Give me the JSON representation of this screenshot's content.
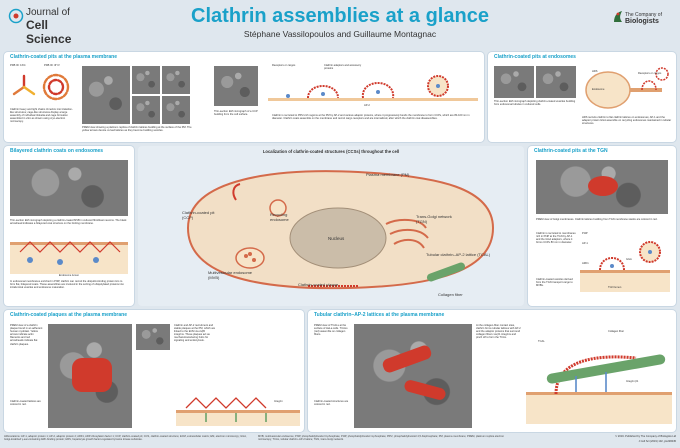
{
  "journal": {
    "line1": "Journal of",
    "line2": "Cell Science"
  },
  "publisher": {
    "line1": "The Company of",
    "line2": "Biologists"
  },
  "header": {
    "title": "Clathrin assemblies at a glance",
    "authors": "Stéphane Vassilopoulos and Guillaume Montagnac"
  },
  "panels": {
    "pm": "Clathrin-coated pits at the plasma membrane",
    "endo": "Clathrin-coated pits at endosomes",
    "bilayered": "Bilayered clathrin coats on endosomes",
    "tgn": "Clathrin-coated pits at the TGN",
    "plaques": "Clathrin-coated plaques at the plasma membrane",
    "tcal": "Tubular clathrin–AP-2 lattices at the plasma membrane"
  },
  "pm_labels": {
    "pdb1": "PDB ID: 1XI4",
    "pdb2": "PDB ID: 3IYV",
    "receptors": "Receptors or cargos",
    "clathrin": "Clathrin adaptors and accessory proteins",
    "ap2": "AP-2"
  },
  "cell": {
    "title": "Localization of clathrin-coated structures (CCSs) throughout the cell",
    "plasma_membrane": "Plasma membrane (PM)",
    "ccp": "Clathrin-coated pit (CCP)",
    "recycling": "Recycling endosome",
    "nucleus": "Nucleus",
    "tgn": "Trans-Golgi network (TGN)",
    "mvb": "Multivesicular endosome (MVB)",
    "tcal": "Tubular clathrin–AP-2 lattice (TCAL)",
    "plaque": "Clathrin-coated plaque",
    "collagen": "Collagen fiber"
  },
  "endo_labels": {
    "endosome": "Endosome",
    "receptors": "Receptors or cargos",
    "hrs": "HRS"
  },
  "bilayered_labels": {
    "endosome": "Endosome lumen"
  },
  "tgn_labels": {
    "pi4p": "PI4P",
    "ap1": "AP-1",
    "gga": "GGA",
    "arf1": "ARF1",
    "tgn": "TGN lumen"
  },
  "plaque_labels": {
    "int": "Integrin"
  },
  "tcal_labels": {
    "col": "Collagen fiber",
    "tcal": "TCAL",
    "int": "Integrin β1"
  },
  "texts": {
    "pm1": "Clathrin heavy and light chains trimerize into triskelion-like structures; cage-like structures display a large assembly of individual triskelia and cage formation assembled in vitro as shown using cryo-electron microscopy.",
    "pm2": "PREM view showing a platinum replica of clathrin lattices budding at the surface of the PM. The yellow arrows denote curved lattices as they become budding vesicles.",
    "pm3": "Thin-section EM micrograph of a CCP budding from the cell surface.",
    "pm4": "Clathrin is recruited to PIP2-rich regions at the PM by AP-2 and various adaptor proteins, where it progressively bends the membrane to form CCPs, which are 80-100 nm in diameter. Clathrin coats assemble on the membrane and recruit cargo receptors and are internalized, after which the clathrin coat disassembles.",
    "endo1": "Thin-section EM micrograph depicting clathrin-coated vesicles budding from endosomal tubules in cultured cells.",
    "endo2": "HRS recruits clathrin to flat clathrin lattices on endosomes; AP-1 and the adaptor protein GGA assemble on recycling endosomes maintained in tubular structures.",
    "bil1": "Thin-section EM micrograph depicting a clathrin-coated MVB in cultured fibroblast neurons. The black arrowhead indicates a bilayered coat structure on the limiting membrane.",
    "bil2": "In endosomal membranes enriched in PI3P, clathrin can recruit the ubiquitin-binding protein Hrs to form flat, bilayered coats. These assemblies are involved in the sorting of ubiquitylated proteins into intraluminal vesicles and endosome maturation.",
    "tgn1": "PREM view of Golgi membranes. Clathrin lattices budding from TGN membrane stacks are colored in red.",
    "tgn2": "Clathrin is recruited to membranes rich in PI4P at the TGN by AP-1 and the GGA adaptors, where it forms CCPs 80 nm in diameter.",
    "tgn3": "Clathrin-coated vesicles derived from the TGN transport cargo to MVBs.",
    "plq1": "PREM view of a clathrin plaque found in an adherent human myoblast. Yellow arrows indicate actin filaments and red arrowheads indicate flat clathrin plaques.",
    "plq2": "Clathrin and AP-2 recruitment and stable plaques at the PM, which are linked to the ECM via αvβ5 integrins. These plaques act as mechanotransducing hubs for signaling and endocytosis.",
    "plq3": "Clathrin-coated lattices are colored in red.",
    "tcal1": "PREM view of TCALs at the surface of HeLa cells. TCALs (red) assemble on collagen fibers.",
    "tcal2": "Clathrin-coated structures are colored in red.",
    "tcal3": "At the collagen-fiber contact sites, clathrin forms tubular lattices with AP-2 and the adaptor proteins that surround collagen fibers via β1 integrins and pinch off to form the TCAL.",
    "footer1": "Abbreviations: AP-1, adaptor protein 1; AP-2, adaptor protein 2; ARF1, ADP-ribosylation factor 1; CCP, clathrin-coated pit; CCS, clathrin-coated structure; ECM, extracellular matrix; EM, electron microscopy; GGA, Golgi-localized γ-ear-containing ARF-binding protein; HRS, hepatocyte growth factor-regulated tyrosine kinase substrate.",
    "footer2": "MVB, multivesicular endosome; PI3P, phosphatidylinositol 3-phosphate; PI4P, phosphatidylinositol 4-phosphate; PIP2, phosphatidylinositol 4,5-bisphosphate; PM, plasma membrane; PREM, platinum replica electron microscopy; TCAL, tubular clathrin–AP-2 lattice; TGN, trans-Golgi network.",
    "copyright": "© 2019. Published by The Company of Biologists Ltd",
    "jcs": "J Cell Sci (2019) 132, jcs228445"
  }
}
